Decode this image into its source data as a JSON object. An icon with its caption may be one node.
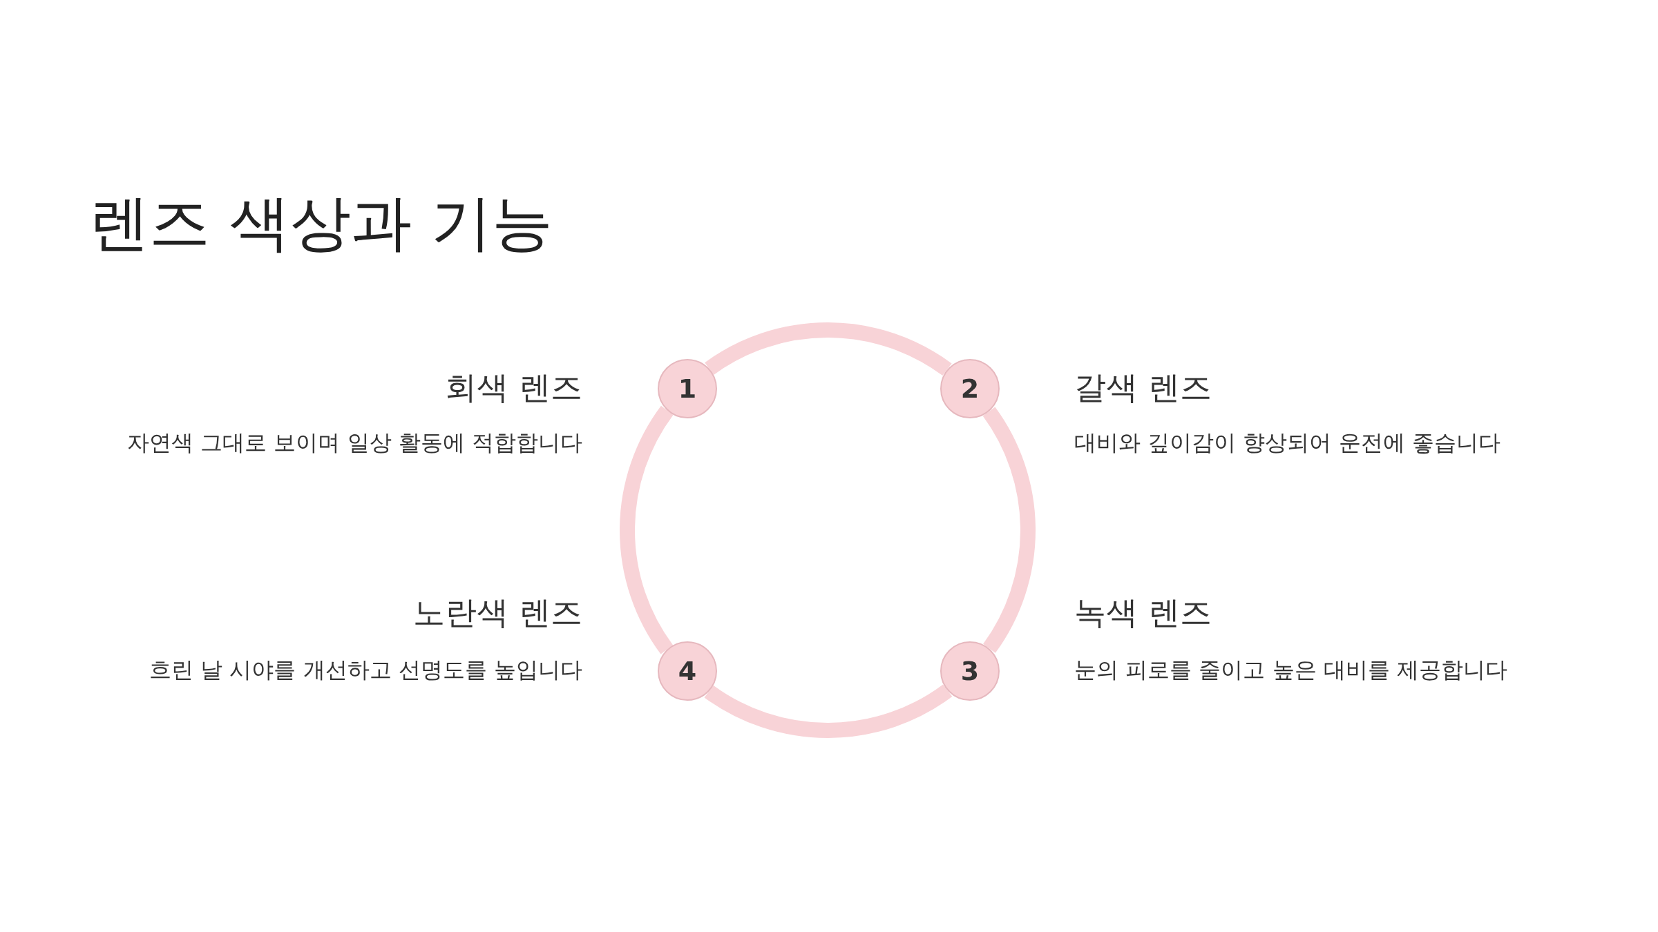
{
  "diagram": {
    "title": "렌즈 색상과 기능",
    "nodes": [
      {
        "text": [
          "1"
        ],
        "beside": [
          "회색 렌즈",
          "자연색 그대로 보이며 일상 활동에 적합합니다"
        ]
      },
      {
        "text": [
          "2"
        ],
        "beside": [
          "갈색 렌즈",
          "대비와 깊이감이 향상되어 운전에 좋습니다"
        ]
      },
      {
        "text": [
          "3"
        ],
        "beside": [
          "녹색 렌즈",
          "눈의 피로를 줄이고 높은 대비를 제공합니다"
        ]
      },
      {
        "text": [
          "4"
        ],
        "beside": [
          "노란색 렌즈",
          "흐린 날 시야를 개선하고 선명도를 높입니다"
        ]
      }
    ],
    "edges": [
      {
        "from": 0,
        "to": 1,
        "arrow": "none"
      },
      {
        "from": 1,
        "to": 2,
        "arrow": "none"
      },
      {
        "from": 2,
        "to": 3,
        "arrow": "none"
      },
      {
        "from": 3,
        "to": 0,
        "arrow": "none"
      }
    ]
  }
}
